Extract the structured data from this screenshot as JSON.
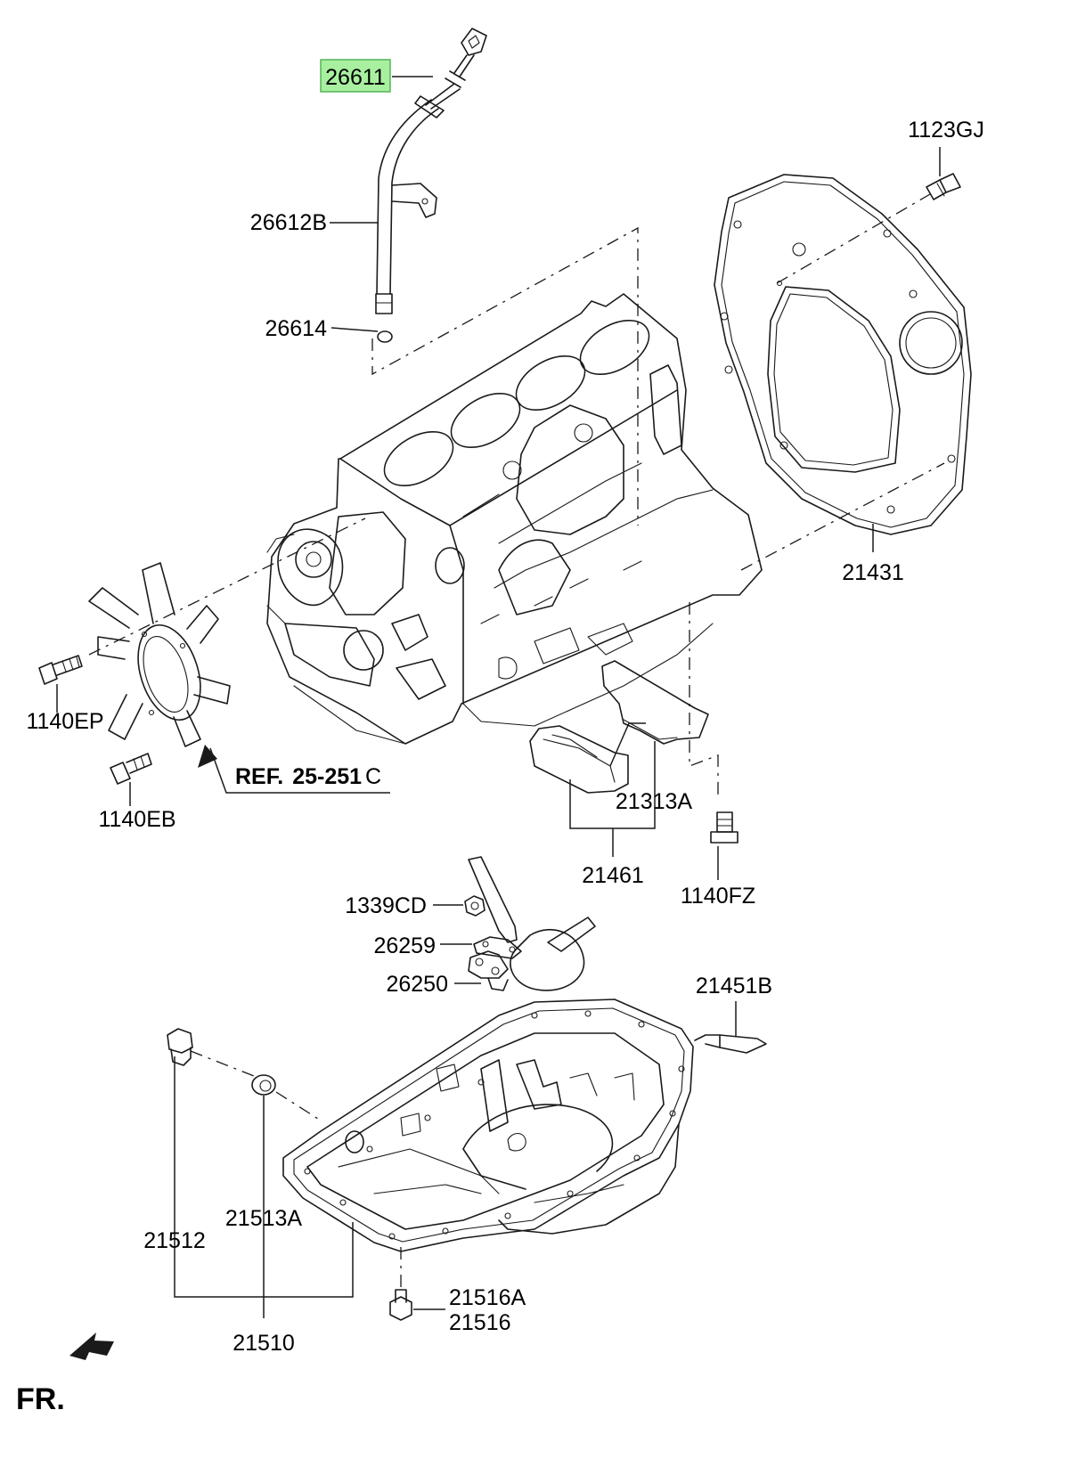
{
  "diagram": {
    "highlight_color": "#a8f0a0",
    "labels": {
      "p26611": "26611",
      "p26612B": "26612B",
      "p26614": "26614",
      "p1123GJ": "1123GJ",
      "p21431": "21431",
      "p1140EP": "1140EP",
      "p1140EB": "1140EB",
      "ref_prefix": "REF.",
      "ref_number": "25-251",
      "ref_suffix": "C",
      "p21313A": "21313A",
      "p21461": "21461",
      "p1140FZ": "1140FZ",
      "p1339CD": "1339CD",
      "p26259": "26259",
      "p26250": "26250",
      "p21451B": "21451B",
      "p21512": "21512",
      "p21513A": "21513A",
      "p21516A": "21516A",
      "p21516": "21516",
      "p21510": "21510",
      "fr": "FR."
    }
  }
}
